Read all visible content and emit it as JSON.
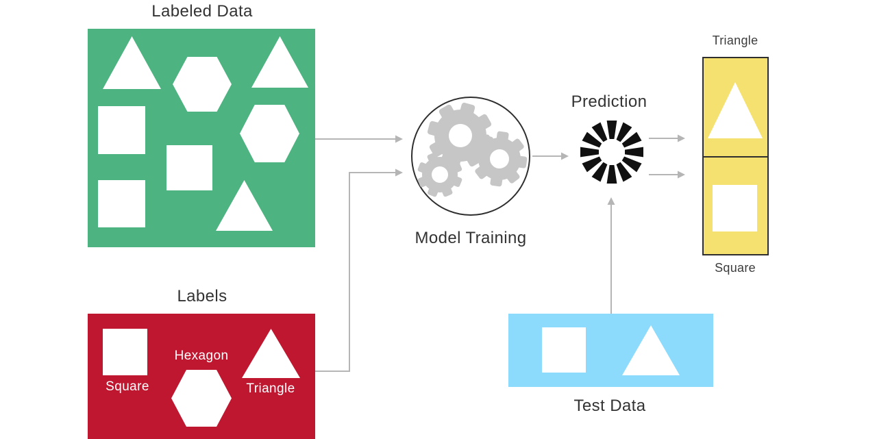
{
  "palette": {
    "green": "#4DB380",
    "red": "#C01731",
    "blue": "#8DDBFC",
    "yellow": "#F5E170",
    "arrow_gray": "#B5B5B5",
    "gear_gray": "#C6C6C6",
    "spinner_black": "#111111",
    "outline": "#2E2E2E",
    "dark": "#333333"
  },
  "labeled_data": {
    "title": "Labeled Data",
    "shapes": [
      "triangle",
      "hexagon",
      "triangle",
      "square",
      "hexagon",
      "square",
      "square",
      "triangle"
    ]
  },
  "labels_box": {
    "title": "Labels",
    "items": [
      {
        "shape": "square",
        "label": "Square"
      },
      {
        "shape": "hexagon",
        "label": "Hexagon"
      },
      {
        "shape": "triangle",
        "label": "Triangle"
      }
    ]
  },
  "model_training": {
    "label": "Model Training",
    "icon": "gears-icon"
  },
  "prediction": {
    "label": "Prediction",
    "icon": "spinner-icon"
  },
  "test_data": {
    "title": "Test Data",
    "shapes": [
      "square",
      "triangle"
    ]
  },
  "outputs": [
    {
      "label": "Triangle",
      "shape": "triangle",
      "label_position": "above"
    },
    {
      "label": "Square",
      "shape": "square",
      "label_position": "below"
    }
  ]
}
